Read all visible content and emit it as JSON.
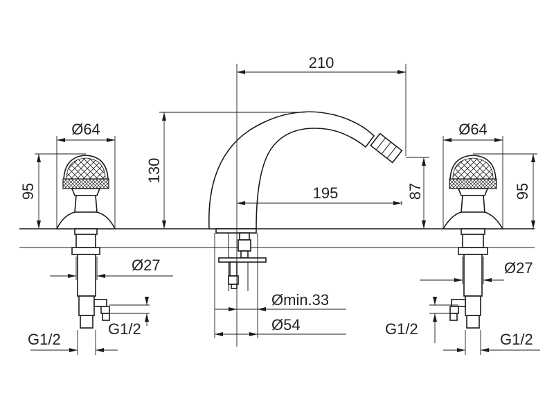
{
  "drawing": {
    "spout": {
      "width_total": "210",
      "reach": "195",
      "height": "130",
      "outlet_height": "87",
      "hole_min": "Ømin.33",
      "base_diameter": "Ø54"
    },
    "left_handle": {
      "diameter": "Ø64",
      "height": "95",
      "shank": "Ø27",
      "thread_inlet": "G1/2",
      "thread_outlet": "G1/2"
    },
    "right_handle": {
      "diameter": "Ø64",
      "height": "95",
      "shank": "Ø27",
      "thread_inlet": "G1/2",
      "thread_outlet": "G1/2"
    }
  }
}
